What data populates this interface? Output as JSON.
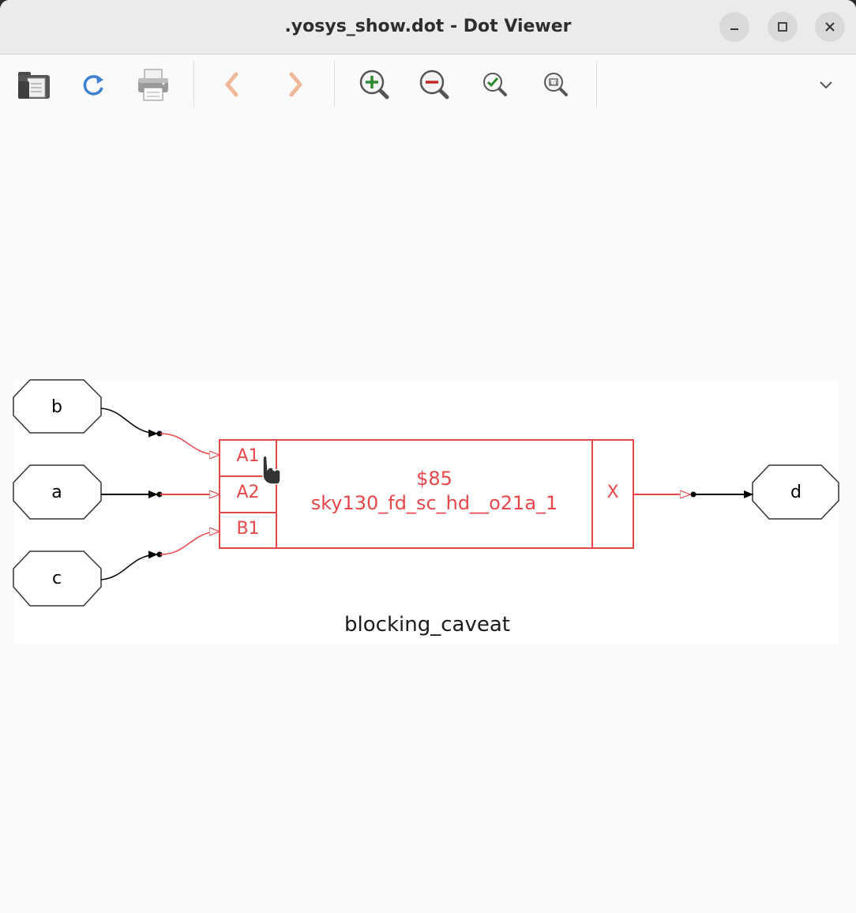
{
  "window": {
    "title": ".yosys_show.dot - Dot Viewer"
  },
  "toolbar": {
    "buttons": [
      "open-icon",
      "reload-icon",
      "print-icon",
      "back-icon",
      "forward-icon",
      "zoom-in-icon",
      "zoom-out-icon",
      "zoom-fit-icon",
      "zoom-100-icon",
      "menu-chevron-icon"
    ]
  },
  "graph": {
    "inputs": [
      "b",
      "a",
      "c"
    ],
    "output": "d",
    "cell": {
      "id": "$85",
      "type": "sky130_fd_sc_hd__o21a_1",
      "ports_in": [
        "A1",
        "A2",
        "B1"
      ],
      "port_out": "X"
    },
    "label": "blocking_caveat"
  },
  "colors": {
    "highlight": "#e8474a",
    "node_stroke": "#333333",
    "edge": "#000000"
  }
}
